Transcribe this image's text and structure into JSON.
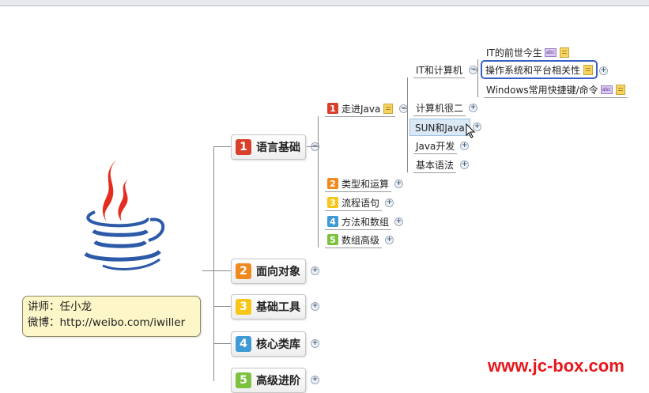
{
  "info": {
    "line1": "讲师：任小龙",
    "line2": "微博：http://weibo.com/iwiller"
  },
  "watermark": "www.jc-box.com",
  "colors": {
    "n1": "#d9402b",
    "n2": "#f08a1f",
    "n3": "#f7c619",
    "n4": "#3f9ad6",
    "n5": "#7cc23e"
  },
  "main": [
    {
      "num": "1",
      "label": "语言基础"
    },
    {
      "num": "2",
      "label": "面向对象"
    },
    {
      "num": "3",
      "label": "基础工具"
    },
    {
      "num": "4",
      "label": "核心类库"
    },
    {
      "num": "5",
      "label": "高级进阶"
    }
  ],
  "sub": [
    {
      "num": "1",
      "label": "走进Java"
    },
    {
      "num": "2",
      "label": "类型和运算"
    },
    {
      "num": "3",
      "label": "流程语句"
    },
    {
      "num": "4",
      "label": "方法和数组"
    },
    {
      "num": "5",
      "label": "数组高级"
    }
  ],
  "java_children": [
    "IT和计算机",
    "计算机很二",
    "SUN和Java",
    "Java开发",
    "基本语法"
  ],
  "it_children": [
    "IT的前世今生",
    "操作系统和平台相关性",
    "Windows常用快捷键/命令"
  ],
  "icons": {
    "abc": "abc",
    "java_logo": "java-logo-icon"
  }
}
